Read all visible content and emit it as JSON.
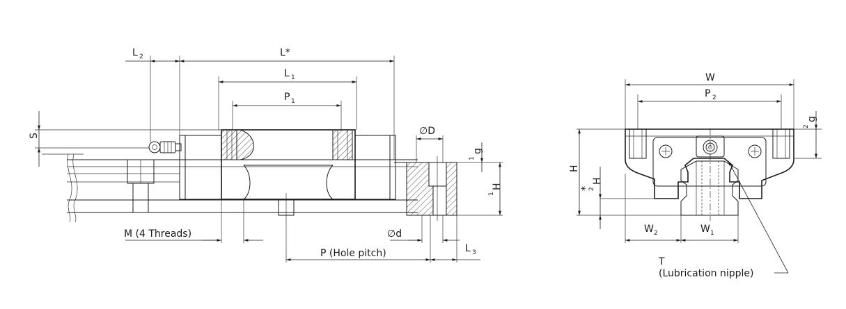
{
  "side_view": {
    "labels": {
      "l2": "L",
      "l2_sub": "2",
      "lstar": "L*",
      "l1": "L",
      "l1_sub": "1",
      "p1": "P",
      "p1_sub": "1",
      "s": "S",
      "phi_D": "∅D",
      "g1": "g",
      "g1_sub": "1",
      "h1": "H",
      "h1_sub": "1",
      "m_threads": "M  (4 Threads)",
      "phi_d": "∅d",
      "p_pitch": "P  (Hole pitch)",
      "l3": "L",
      "l3_sub": "3"
    }
  },
  "end_view": {
    "labels": {
      "w": "W",
      "p2": "P",
      "p2_sub": "2",
      "g2": "g",
      "g2_sub": "2",
      "h": "H",
      "h2": "H",
      "h2_sub": "2",
      "h2_star": "*",
      "w2": "W",
      "w2_sub": "2",
      "w1": "W",
      "w1_sub": "1",
      "t": "T",
      "lube": "(Lubrication nipple)"
    }
  }
}
